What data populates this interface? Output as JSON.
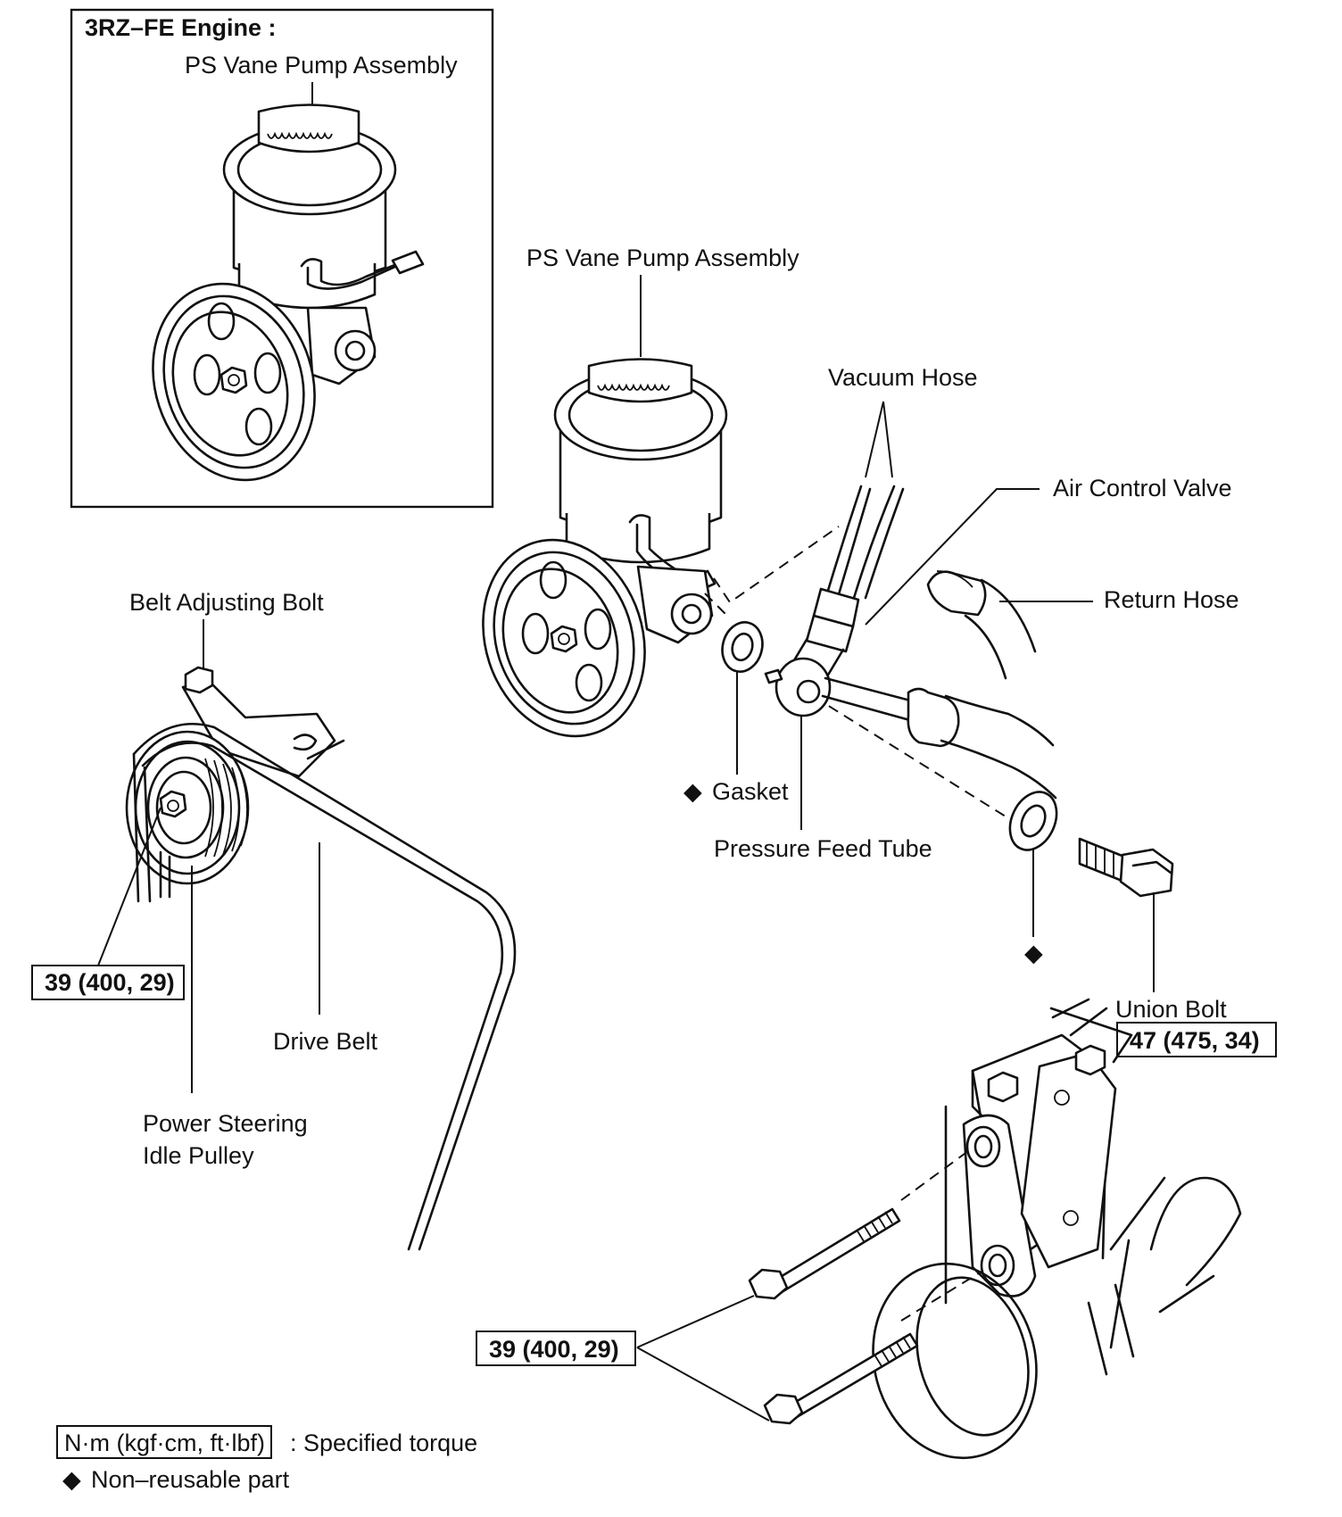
{
  "inset": {
    "title": "3RZ–FE Engine :",
    "pump_label": "PS Vane Pump Assembly"
  },
  "labels": {
    "pump": "PS Vane Pump Assembly",
    "vacuum_hose": "Vacuum Hose",
    "air_control_valve": "Air Control Valve",
    "return_hose": "Return Hose",
    "belt_adjusting_bolt": "Belt Adjusting Bolt",
    "gasket": "Gasket",
    "pressure_feed_tube": "Pressure Feed Tube",
    "union_bolt": "Union Bolt",
    "drive_belt": "Drive Belt",
    "idle_pulley_line1": "Power Steering",
    "idle_pulley_line2": "Idle Pulley"
  },
  "torques": {
    "idle_pulley": "39 (400, 29)",
    "union_bolt": "47 (475, 34)",
    "bracket_bolts": "39 (400, 29)"
  },
  "symbols": {
    "non_reusable": "◆"
  },
  "legend": {
    "torque_unit": "N·m (kgf·cm, ft·lbf)",
    "torque_desc": ": Specified torque",
    "non_reusable_desc": "Non–reusable part"
  }
}
